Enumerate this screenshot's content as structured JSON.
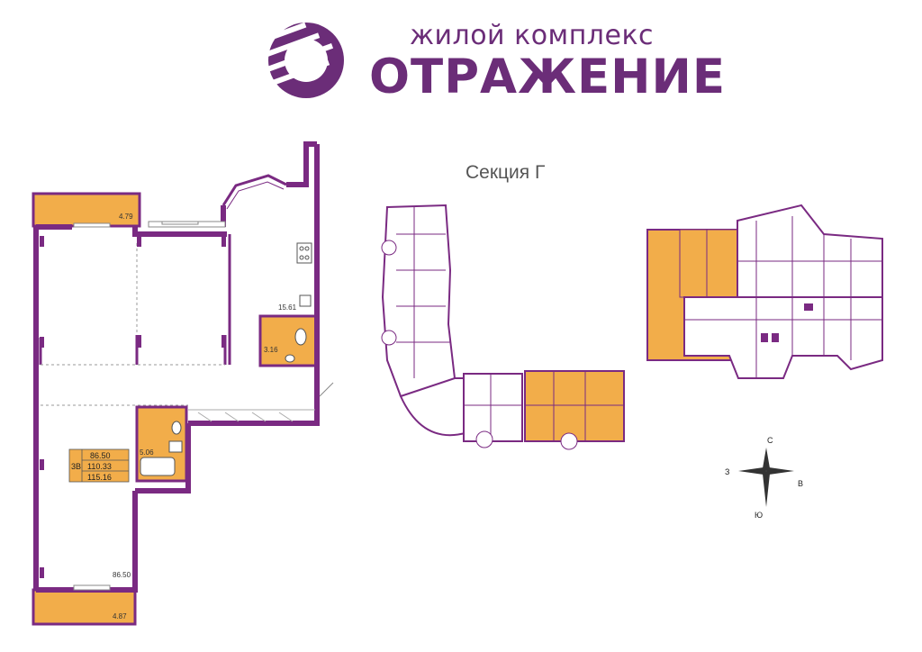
{
  "logo": {
    "subtitle": "жилой комплекс",
    "title": "ОТРАЖЕНИЕ",
    "brand_color": "#6b2d78"
  },
  "section": {
    "title": "Секция Г"
  },
  "apartment": {
    "type": "3В",
    "areas": [
      "86.50",
      "110.33",
      "115.16"
    ],
    "rooms": {
      "balcony_top": "4.79",
      "kitchen": "15.61",
      "wc": "3.16",
      "bathroom": "5.06",
      "living_total": "86.50",
      "balcony_bottom": "4.87"
    }
  },
  "compass": {
    "north": "С",
    "south": "Ю",
    "west": "З",
    "east": "В"
  },
  "colors": {
    "wall": "#7a2a82",
    "highlight": "#f2ad4a",
    "text": "#333333"
  }
}
